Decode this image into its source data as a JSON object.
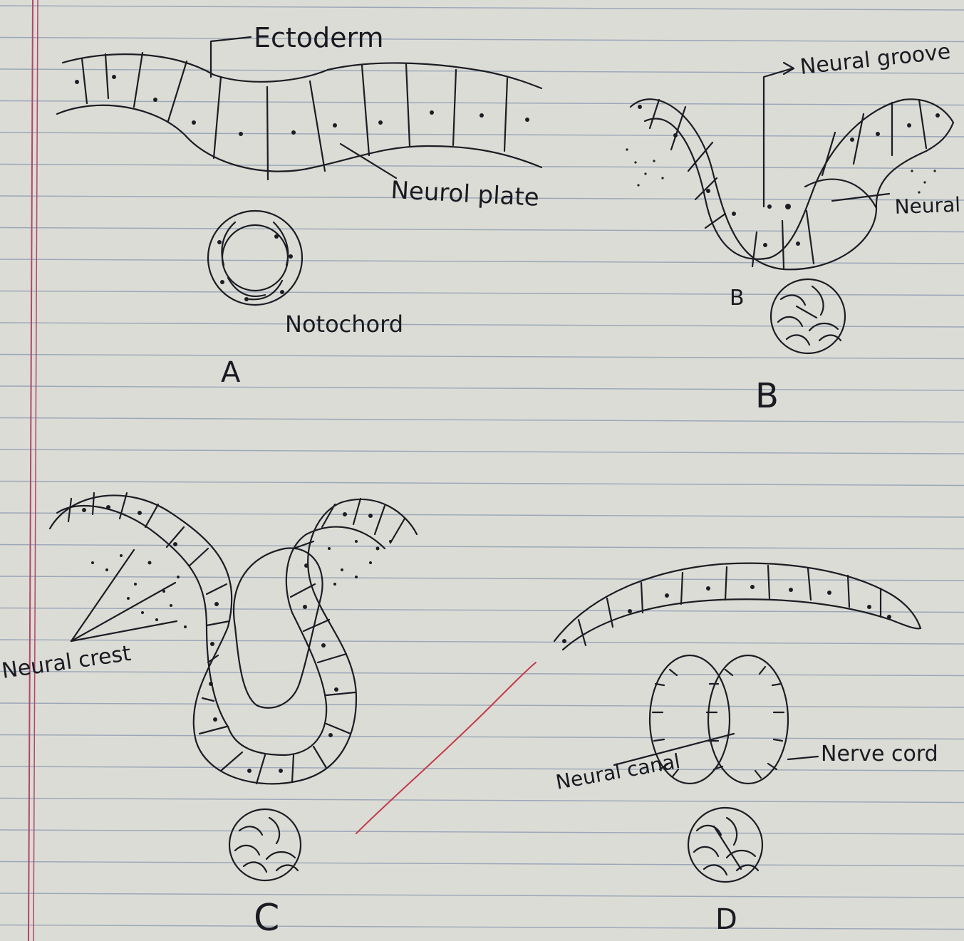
{
  "colors": {
    "paper": "#dcdcd6",
    "rule": "#9aa7b8",
    "margin": "#b0476a",
    "ink": "#1c1c24",
    "red_pen": "#c23a4a",
    "shadow_text": "#7f7f86"
  },
  "labels": {
    "ectoderm": "Ectoderm",
    "neural_groove": "Neural groove",
    "neural_plate": "Neurol plate",
    "notochord": "Notochord",
    "neural_fold": "Neural fold",
    "neural_crest": "Neural crest",
    "nerve_cord": "Nerve cord",
    "neural_canal": "Neural canal"
  },
  "figure_letters": {
    "a": "A",
    "b": "B",
    "c": "C",
    "d": "D",
    "b_small": "B"
  }
}
